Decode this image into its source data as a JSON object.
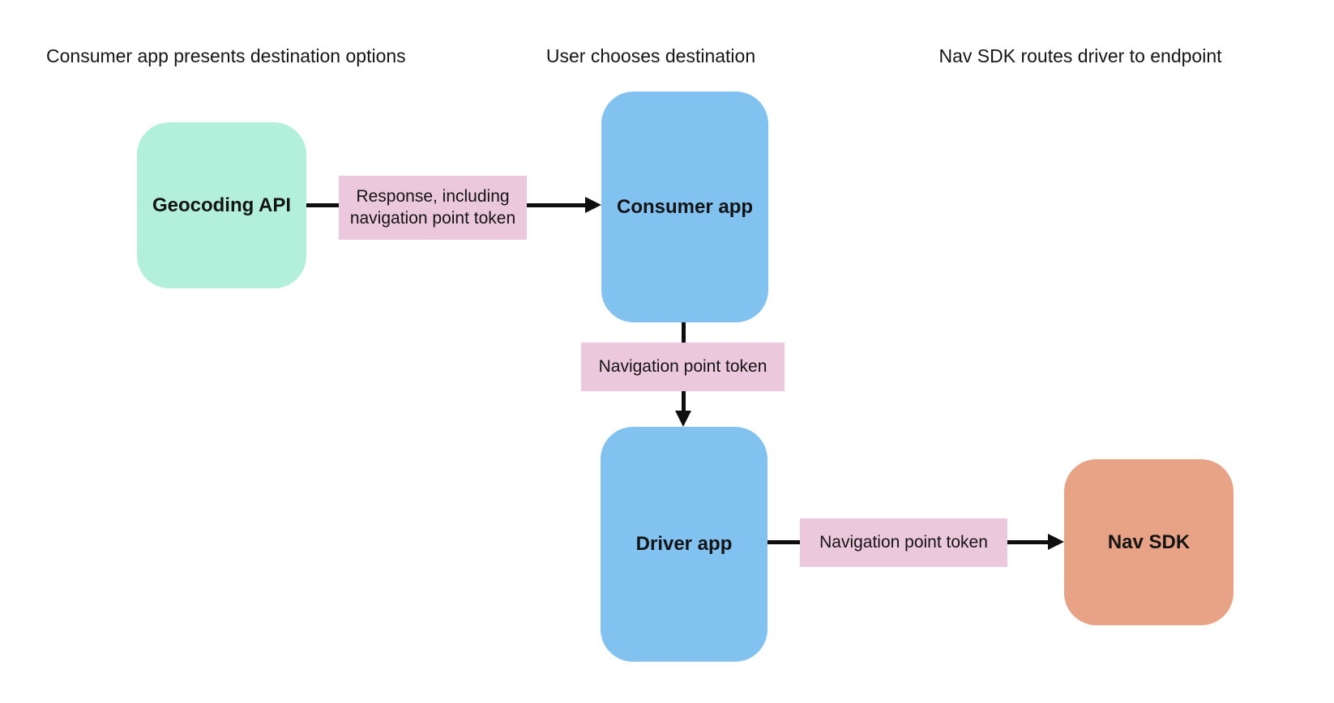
{
  "diagram": {
    "stages": [
      {
        "label": "Consumer app presents destination options"
      },
      {
        "label": "User chooses destination"
      },
      {
        "label": "Nav SDK routes driver to endpoint"
      }
    ],
    "nodes": [
      {
        "id": "geocoding-api",
        "label": "Geocoding API",
        "color": "#b2f0dc"
      },
      {
        "id": "consumer-app",
        "label": "Consumer app",
        "color": "#81c2f1"
      },
      {
        "id": "driver-app",
        "label": "Driver app",
        "color": "#81c2f1"
      },
      {
        "id": "nav-sdk",
        "label": "Nav SDK",
        "color": "#e8a285"
      }
    ],
    "edges": [
      {
        "from": "geocoding-api",
        "to": "consumer-app",
        "label": "Response, including navigation point token"
      },
      {
        "from": "consumer-app",
        "to": "driver-app",
        "label": "Navigation point token"
      },
      {
        "from": "driver-app",
        "to": "nav-sdk",
        "label": "Navigation point token"
      }
    ],
    "colors": {
      "edge_label_bg": "#ecc8dc",
      "arrow": "#0e0e0e",
      "text": "#141414",
      "background": "#ffffff"
    }
  }
}
